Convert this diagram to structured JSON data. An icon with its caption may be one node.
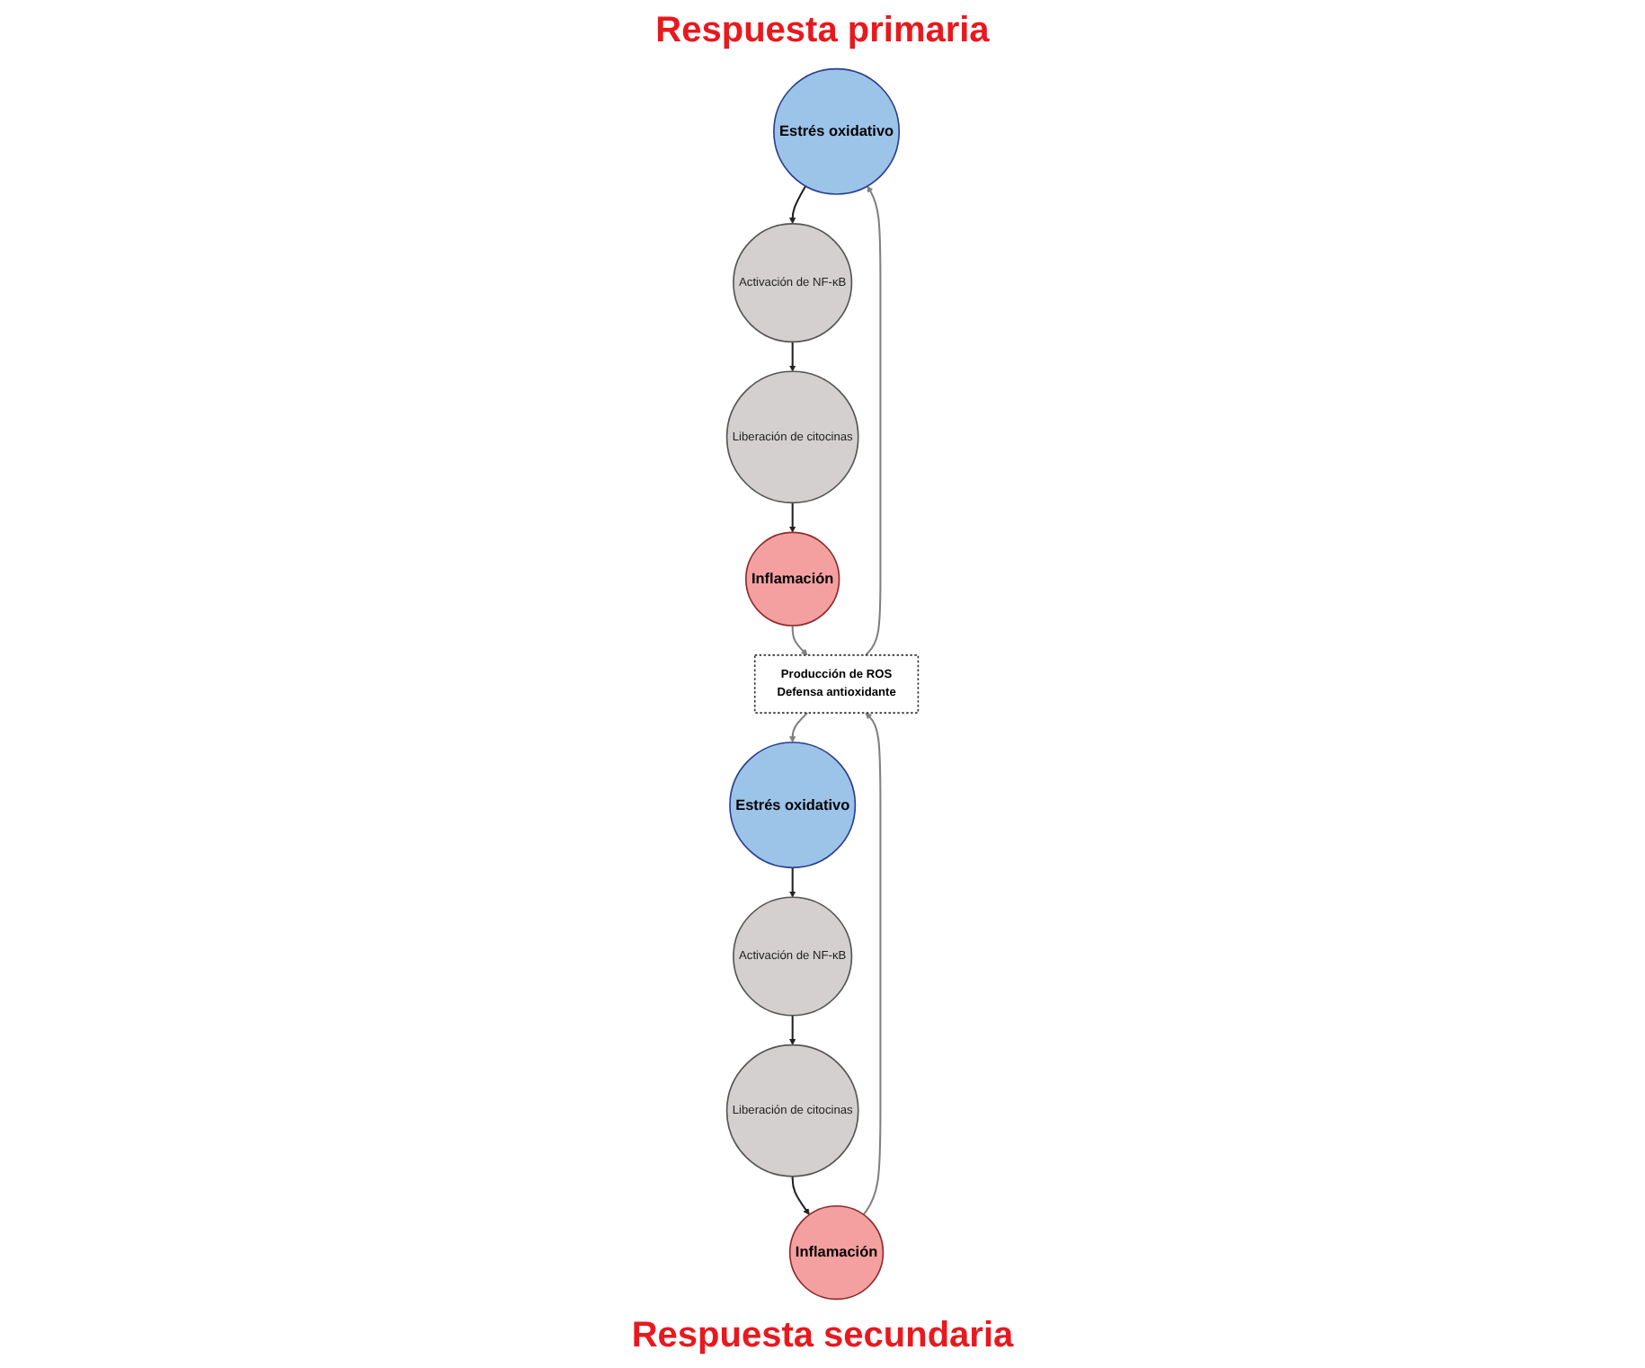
{
  "diagram": {
    "nodes": [
      {
        "text": [
          "Estrés oxidativo"
        ]
      },
      {
        "text": [
          "Activación de NF-κB"
        ]
      },
      {
        "text": [
          "Liberación de citocinas"
        ]
      },
      {
        "text": [
          "Inflamación"
        ]
      },
      {
        "text": [
          "Producción de ROS",
          "Defensa antioxidante"
        ]
      },
      {
        "text": [
          "Inflamación"
        ]
      },
      {
        "text": [
          "Liberación de citocinas"
        ]
      },
      {
        "text": [
          "Activación de NF-κB"
        ]
      },
      {
        "text": [
          "Estrés oxidativo"
        ]
      }
    ],
    "edges": [
      {
        "from": 0,
        "to": 1,
        "arrow": "to"
      },
      {
        "from": 1,
        "to": 2,
        "arrow": "to"
      },
      {
        "from": 2,
        "to": 3,
        "arrow": "to"
      },
      {
        "from": 8,
        "to": 7,
        "arrow": "to"
      },
      {
        "from": 7,
        "to": 6,
        "arrow": "to"
      },
      {
        "from": 6,
        "to": 5,
        "arrow": "to"
      },
      {
        "from": 4,
        "to": 0,
        "arrow": "to",
        "color": "#808080"
      },
      {
        "from": 5,
        "to": 4,
        "arrow": "to",
        "color": "#808080"
      },
      {
        "from": 3,
        "to": 4,
        "arrow": "to",
        "color": "#808080"
      },
      {
        "from": 4,
        "to": 8,
        "arrow": "to",
        "color": "#808080"
      }
    ],
    "labels": [
      "Respuesta primaria",
      "Respuesta secundaria"
    ]
  }
}
